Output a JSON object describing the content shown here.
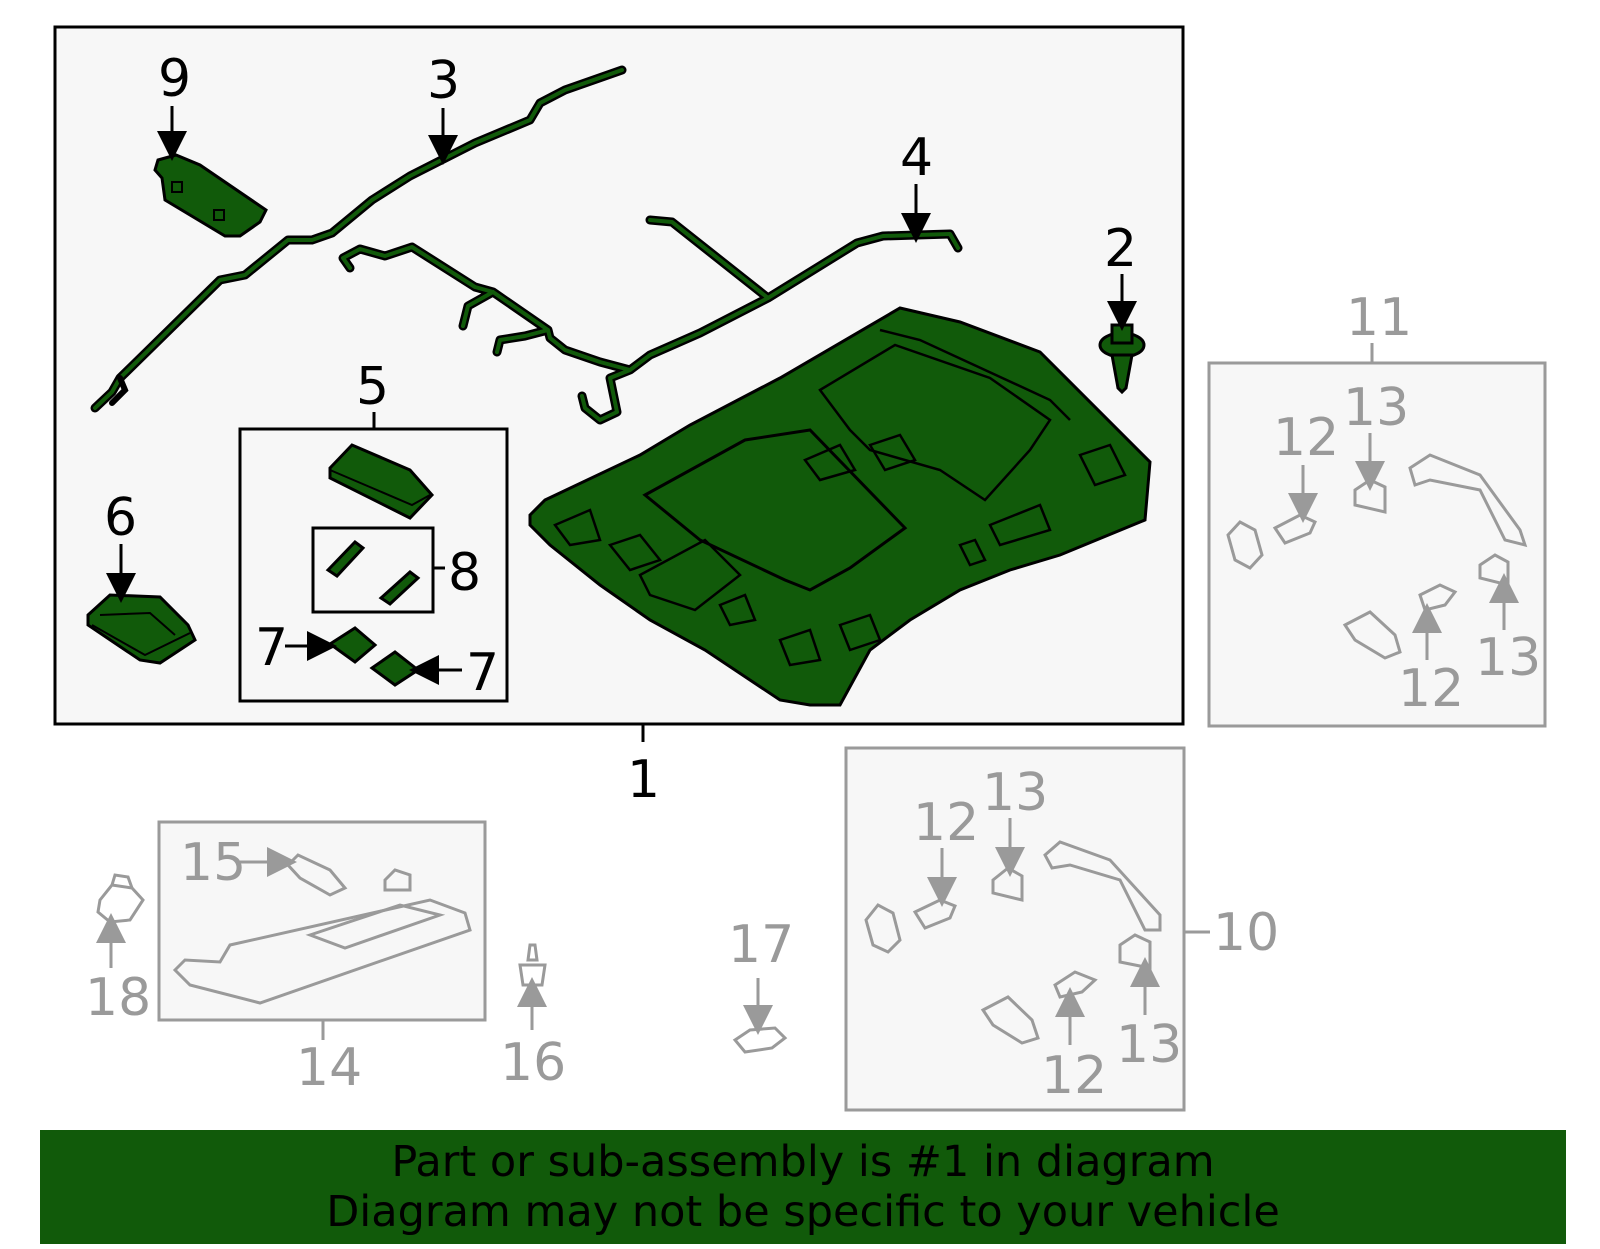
{
  "colors": {
    "part_fill": "#115a0a",
    "highlight_box_bg": "#f7f7f7",
    "outline_black": "#000000",
    "gray_parts": "#9a9a9a",
    "banner_bg": "#115a0a"
  },
  "callouts": {
    "c1": "1",
    "c2": "2",
    "c3": "3",
    "c4": "4",
    "c5": "5",
    "c6": "6",
    "c7a": "7",
    "c7b": "7",
    "c8": "8",
    "c9": "9",
    "c10": "10",
    "c11": "11",
    "c12a": "12",
    "c12b": "12",
    "c12c": "12",
    "c12d": "12",
    "c13a": "13",
    "c13b": "13",
    "c13c": "13",
    "c13d": "13",
    "c14": "14",
    "c15": "15",
    "c16": "16",
    "c17": "17",
    "c18": "18"
  },
  "footer": {
    "line1": "Part or sub-assembly is #1 in diagram",
    "line2": "Diagram may not be specific to your vehicle"
  }
}
